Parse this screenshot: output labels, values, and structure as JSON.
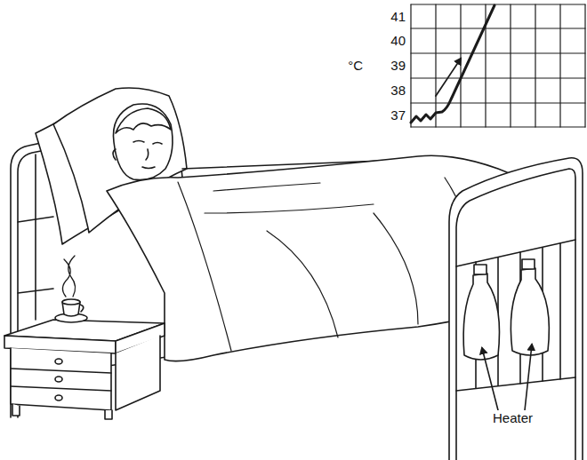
{
  "diagram": {
    "labels": [
      "41",
      "40",
      "39",
      "38",
      "37",
      "°C",
      "Heater"
    ]
  }
}
